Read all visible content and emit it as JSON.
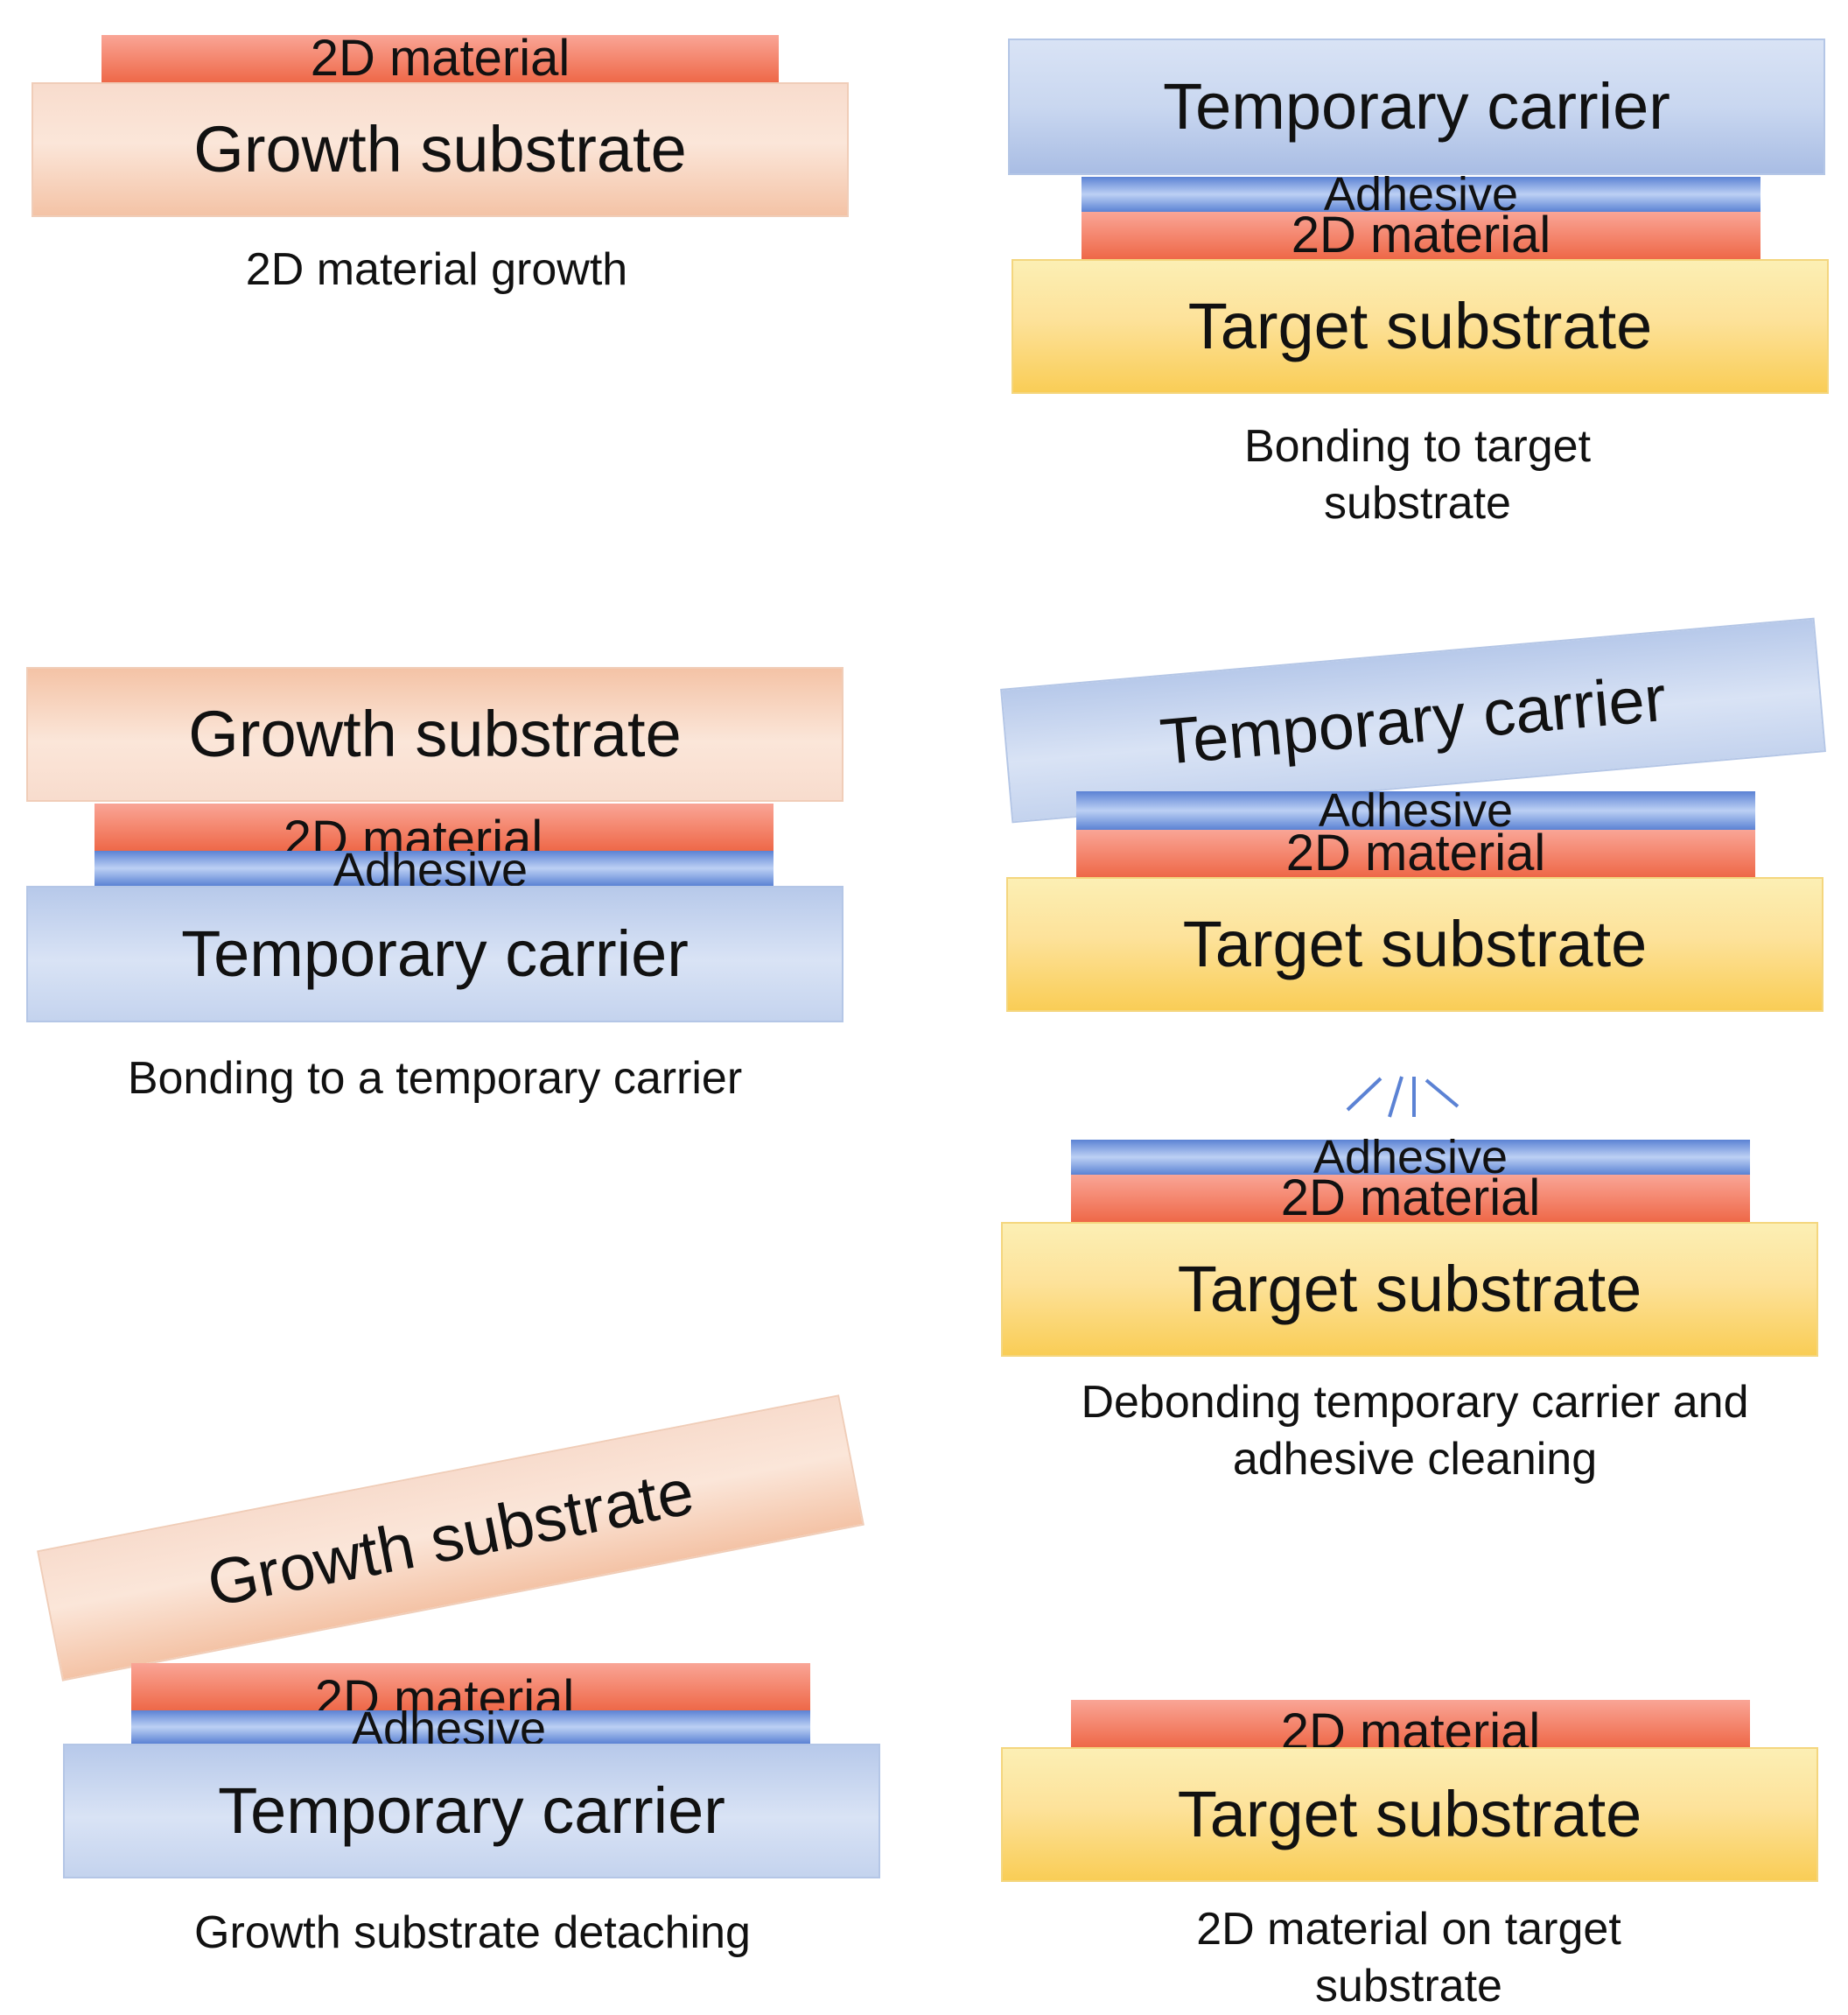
{
  "layers": {
    "growth_substrate": "Growth substrate",
    "material_2d": "2D material",
    "adhesive": "Adhesive",
    "temporary_carrier": "Temporary carrier",
    "target_substrate": "Target substrate"
  },
  "steps": {
    "step1": "2D material growth",
    "step2": "Bonding to a temporary carrier",
    "step3": "Growth substrate detaching",
    "step4": "Bonding to target substrate",
    "step5_line1": "Debonding temporary carrier and",
    "step5_line2": "adhesive cleaning",
    "step6": "2D material on target substrate"
  },
  "colors": {
    "growth_substrate": "#f8dccd",
    "material_2d": "#f58a73",
    "adhesive": "#7f9ee0",
    "temporary_carrier": "#c9d7f0",
    "target_substrate": "#fde29a"
  }
}
